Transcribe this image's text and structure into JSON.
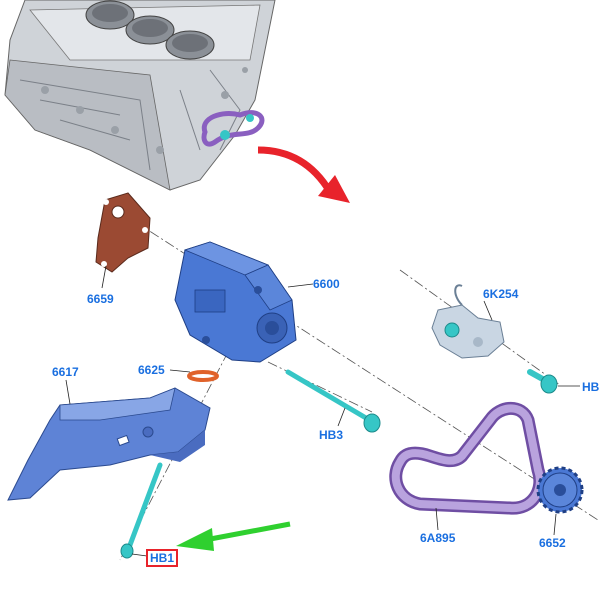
{
  "callouts": {
    "oil_pump": "6600",
    "gasket": "6659",
    "tensioner": "6K254",
    "tensioner_bolt": "HB",
    "pickup_tube_seal": "6625",
    "pickup_tube": "6617",
    "pump_bolt": "HB3",
    "chain": "6A895",
    "sprocket": "6652",
    "pickup_bolt": "HB1"
  },
  "colors": {
    "pump_blue": "#4a78d4",
    "gasket_brown": "#9b4a33",
    "tensioner_gray": "#c9d6e3",
    "bolt_cyan": "#36c6c6",
    "chain_purple": "#9c7fc4",
    "transition_arrow": "#e8232b",
    "pointer_arrow": "#2fd02f",
    "label_blue": "#1a6fe0",
    "highlight_box": "#e8232b"
  },
  "icons": {
    "engine_block": "engine-block-illustration",
    "transition_arrow": "curved-arrow-icon",
    "pointer_arrow": "green-pointer-arrow-icon"
  }
}
